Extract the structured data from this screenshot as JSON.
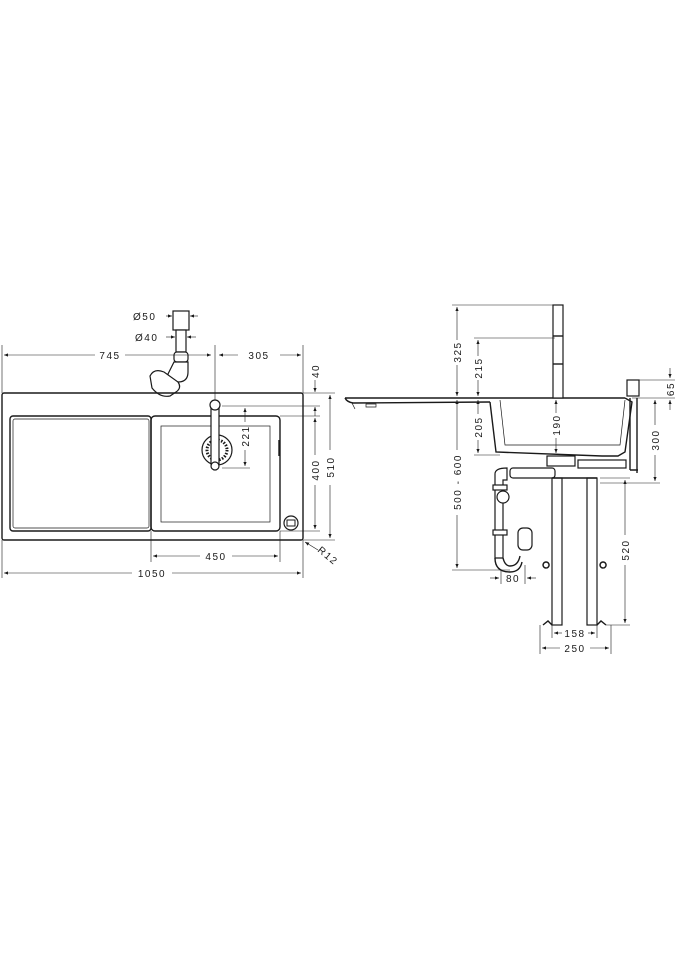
{
  "top_view": {
    "dims": {
      "d50": "Ø50",
      "d40": "Ø40",
      "w745": "745",
      "w305": "305",
      "h40": "40",
      "h400": "400",
      "h510": "510",
      "h221": "221",
      "w450": "450",
      "w1050": "1050",
      "r12": "R12"
    }
  },
  "side_view": {
    "dims": {
      "h325": "325",
      "h215": "215",
      "h205": "205",
      "h190": "190",
      "h500_600": "500 - 600",
      "h65": "65",
      "h300": "300",
      "h520": "520",
      "w80": "80",
      "w158": "158",
      "w250": "250"
    }
  },
  "colors": {
    "line": "#1a1a1a",
    "background": "#ffffff"
  }
}
